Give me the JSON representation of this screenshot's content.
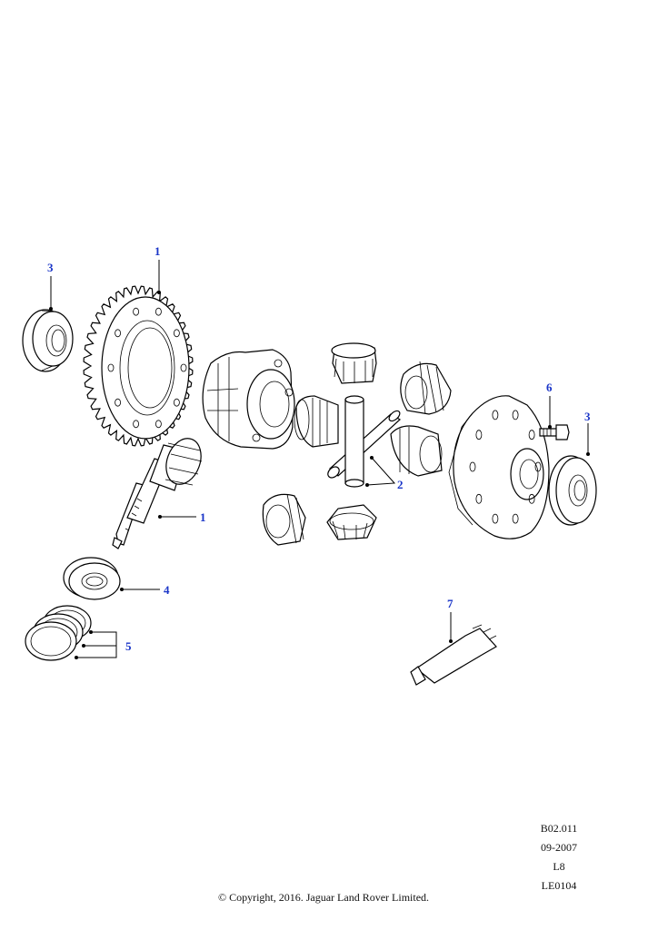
{
  "callouts": {
    "ring_gear": "1",
    "pinion": "1",
    "diff_gears": "2",
    "bearing_left": "3",
    "bearing_right": "3",
    "pinion_bearing": "4",
    "shims": "5",
    "bolt": "6",
    "sealant": "7"
  },
  "reference": {
    "line1": "B02.011",
    "line2": "09-2007",
    "line3": "L8",
    "line4": "LE0104"
  },
  "copyright": "© Copyright, 2016. Jaguar Land Rover Limited."
}
